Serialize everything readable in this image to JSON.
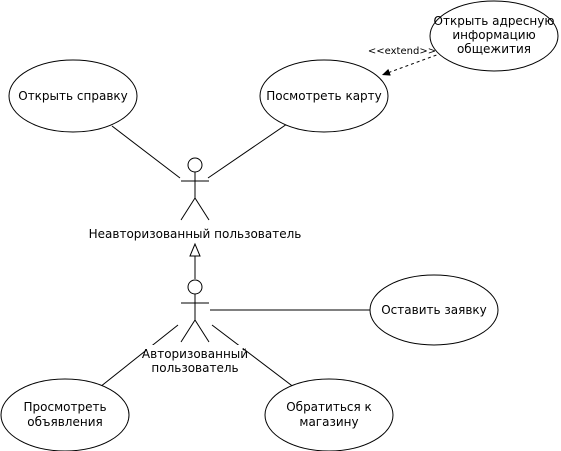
{
  "diagram": {
    "type": "uml-use-case",
    "actors": {
      "guest": {
        "label": "Неавторизованный пользователь"
      },
      "user": {
        "label_line1": "Авторизованный",
        "label_line2": "пользователь"
      }
    },
    "use_cases": {
      "open_help": {
        "label": "Открыть справку"
      },
      "view_map": {
        "label": "Посмотреть карту"
      },
      "open_address": {
        "line1": "Открыть адресную",
        "line2": "информацию",
        "line3": "общежития"
      },
      "leave_request": {
        "label": "Оставить заявку"
      },
      "view_ads": {
        "line1": "Просмотреть",
        "line2": "объявления"
      },
      "contact_shop": {
        "line1": "Обратиться к",
        "line2": "магазину"
      }
    },
    "relations": {
      "extend_label": "<<extend>>"
    }
  }
}
